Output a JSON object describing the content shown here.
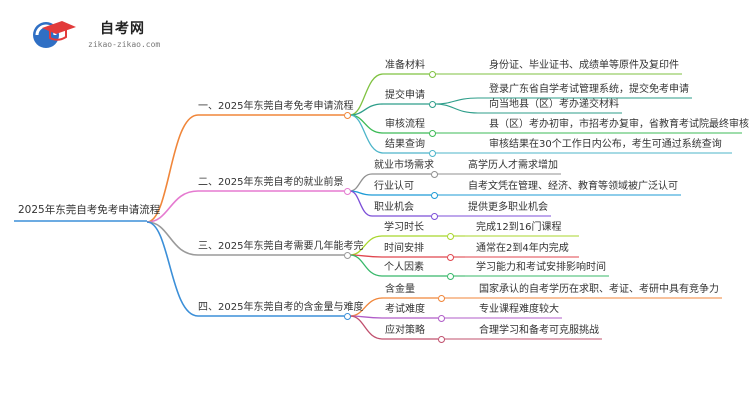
{
  "logo": {
    "name": "自考网",
    "url": "zikao-zikao.com"
  },
  "root": {
    "label": "2025年东莞自考免考申请流程"
  },
  "branches": [
    {
      "label": "一、2025年东莞自考免考申请流程",
      "color": "#f0863a",
      "children": [
        {
          "label": "准备材料",
          "color": "#7fc241",
          "details": [
            "身份证、毕业证书、成绩单等原件及复印件"
          ]
        },
        {
          "label": "提交申请",
          "color": "#2e9e8a",
          "details": [
            "登录广东省自学考试管理系统，提交免考申请",
            "向当地县（区）考办递交材料"
          ]
        },
        {
          "label": "审核流程",
          "color": "#3dbb57",
          "details": [
            "县（区）考办初审，市招考办复审，省教育考试院最终审核"
          ]
        },
        {
          "label": "结果查询",
          "color": "#4db5c9",
          "details": [
            "审核结果在30个工作日内公布，考生可通过系统查询"
          ]
        }
      ]
    },
    {
      "label": "二、2025年东莞自考的就业前景",
      "color": "#e57ad0",
      "children": [
        {
          "label": "就业市场需求",
          "color": "#909090",
          "details": [
            "高学历人才需求增加"
          ]
        },
        {
          "label": "行业认可",
          "color": "#1d9bd6",
          "details": [
            "自考文凭在管理、经济、教育等领域被广泛认可"
          ]
        },
        {
          "label": "职业机会",
          "color": "#7c4fd8",
          "details": [
            "提供更多职业机会"
          ]
        }
      ]
    },
    {
      "label": "三、2025年东莞自考需要几年能考完",
      "color": "#9a9a9a",
      "children": [
        {
          "label": "学习时长",
          "color": "#a8d62c",
          "details": [
            "完成12到16门课程"
          ]
        },
        {
          "label": "时间安排",
          "color": "#e0464e",
          "details": [
            "通常在2到4年内完成"
          ]
        },
        {
          "label": "个人因素",
          "color": "#38b86a",
          "details": [
            "学习能力和考试安排影响时间"
          ]
        }
      ]
    },
    {
      "label": "四、2025年东莞自考的含金量与难度",
      "color": "#3b8fd8",
      "children": [
        {
          "label": "含金量",
          "color": "#f0863a",
          "details": [
            "国家承认的自考学历在求职、考证、考研中具有竞争力"
          ]
        },
        {
          "label": "考试难度",
          "color": "#b05cc8",
          "details": [
            "专业课程难度较大"
          ]
        },
        {
          "label": "应对策略",
          "color": "#c0506e",
          "details": [
            "合理学习和备考可克服挑战"
          ]
        }
      ]
    }
  ]
}
